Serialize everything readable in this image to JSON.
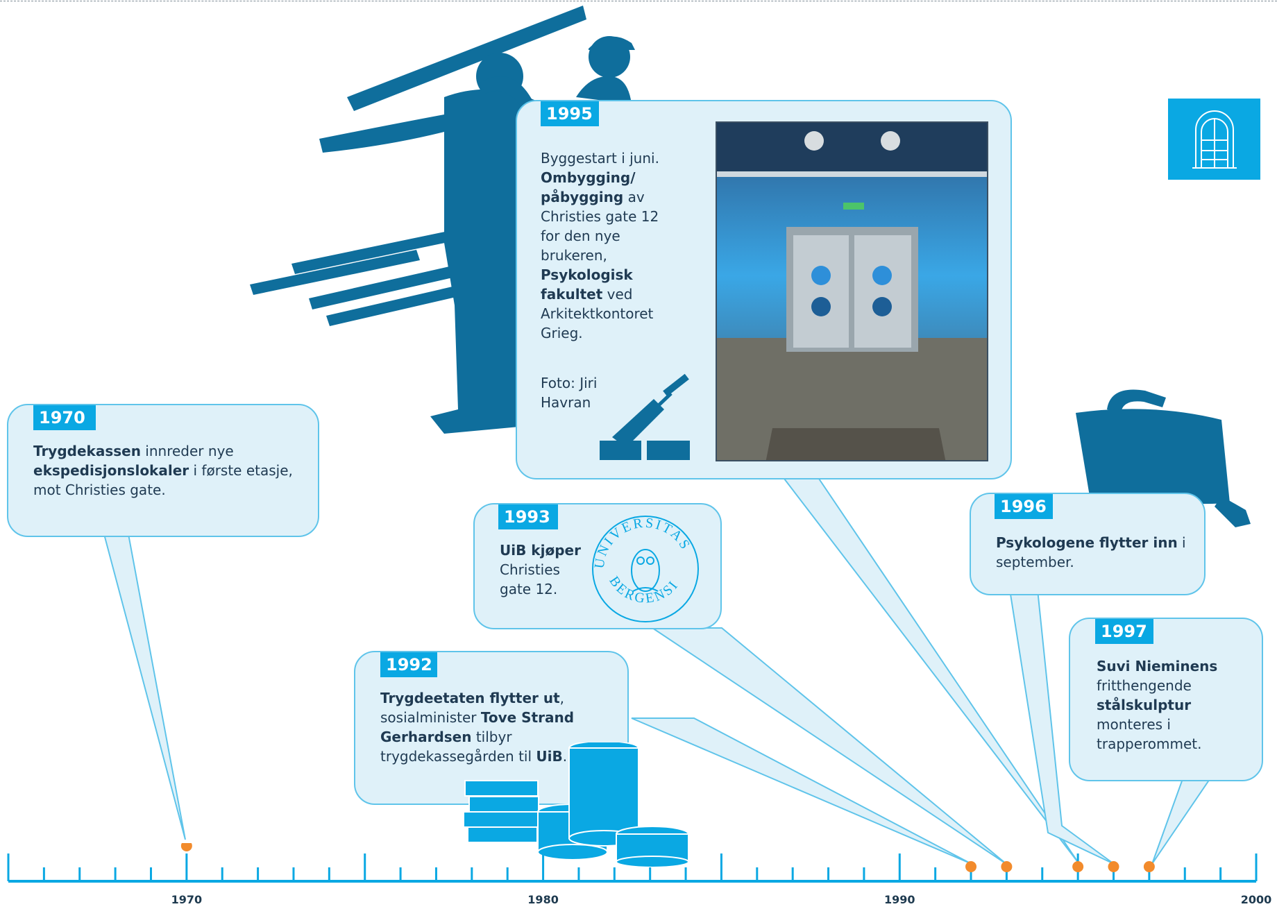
{
  "colors": {
    "accent": "#0aa8e3",
    "bubble_fill": "#dff1f9",
    "bubble_border": "#5fc4ea",
    "marker": "#f28b2c",
    "silhouette": "#0f6e9c"
  },
  "axis": {
    "start_year": 1965,
    "end_year": 2000,
    "labels": [
      {
        "year": 1970,
        "text": "1970"
      },
      {
        "year": 1980,
        "text": "1980"
      },
      {
        "year": 1990,
        "text": "1990"
      },
      {
        "year": 2000,
        "text": "2000"
      }
    ]
  },
  "markers": [
    1970,
    1992,
    1993,
    1995,
    1996,
    1997
  ],
  "events": {
    "e1970": {
      "year": "1970",
      "b1": "Trygdekassen",
      "t1": " innreder nye ",
      "b2": "ekspedisjonslokaler",
      "t2": " i første etasje, mot Christies gate."
    },
    "e1992": {
      "year": "1992",
      "b1": "Trygdeetaten flytter ut",
      "t1": ", sosialminister ",
      "b2": "Tove Strand Gerhardsen",
      "t2": " tilbyr trygdekassegården til ",
      "b3": "UiB",
      "t3": "."
    },
    "e1993": {
      "year": "1993",
      "b1": "UiB kjøper",
      "t1": " Christies gate 12."
    },
    "e1995": {
      "year": "1995",
      "t0": "Byggestart i juni. ",
      "b1": "Ombygging/ påbygging",
      "t1": " av Christies gate 12 for den nye brukeren, ",
      "b2": "Psykologisk fakultet",
      "t2": " ved Arkitektkontoret Grieg.",
      "photo": "Foto: Jiri Havran"
    },
    "e1996": {
      "year": "1996",
      "b1": "Psykologene flytter inn",
      "t1": " i september."
    },
    "e1997": {
      "year": "1997",
      "b1": "Suvi Nieminens",
      "t1": " fritthengende ",
      "b2": "stålskulptur",
      "t2": " monteres i trapperommet."
    }
  },
  "seal": {
    "top": "UNIVERSITAS",
    "bottom": "BERGENSIS"
  },
  "icons": [
    "workers-silhouette-icon",
    "planks-icon",
    "trowel-bricks-icon",
    "briefcase-icon",
    "money-stacks-icon",
    "university-seal-icon",
    "building-logo-icon",
    "door-photo-icon"
  ]
}
